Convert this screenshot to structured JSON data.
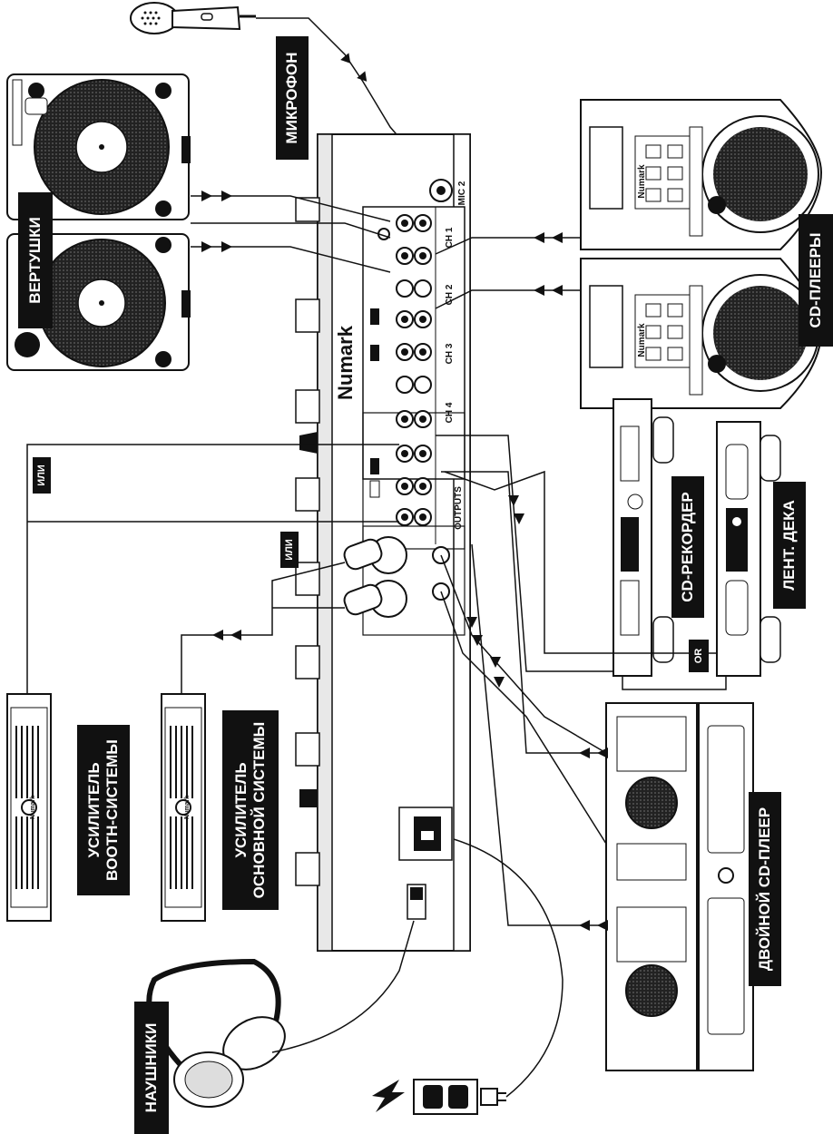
{
  "labels": {
    "microphone": "МИКРОФОН",
    "turntables": "ВЕРТУШКИ",
    "cd_players": "CD-ПЛЕЕРЫ",
    "cd_recorder": "CD-РЕКОРДЕР",
    "tape_deck": "ЛЕНТ. ДЕКА",
    "dual_cd_player": "ДВОЙНОЙ CD-ПЛЕЕР",
    "headphones": "НАУШНИКИ",
    "booth_amp_line1": "УСИЛИТЕЛЬ",
    "booth_amp_line2": "BOOTH-СИСТЕМЫ",
    "main_amp_line1": "УСИЛИТЕЛЬ",
    "main_amp_line2": "ОСНОВНОЙ СИСТЕМЫ",
    "or_1": "ИЛИ",
    "or_2": "ИЛИ",
    "or_en": "OR"
  },
  "device_text": {
    "mixer_brand": "Numark",
    "mixer_outputs": "OUTPUTS",
    "mixer_mic2": "MIC 2",
    "ch1": "CH 1",
    "ch2": "CH 2",
    "ch3": "CH 3",
    "ch4": "CH 4",
    "cd_brand": "Numark",
    "amp_brand": "Numark"
  },
  "colors": {
    "ink": "#111111",
    "paper": "#ffffff",
    "grey": "#cfcfcf",
    "dark_grey": "#555555"
  }
}
